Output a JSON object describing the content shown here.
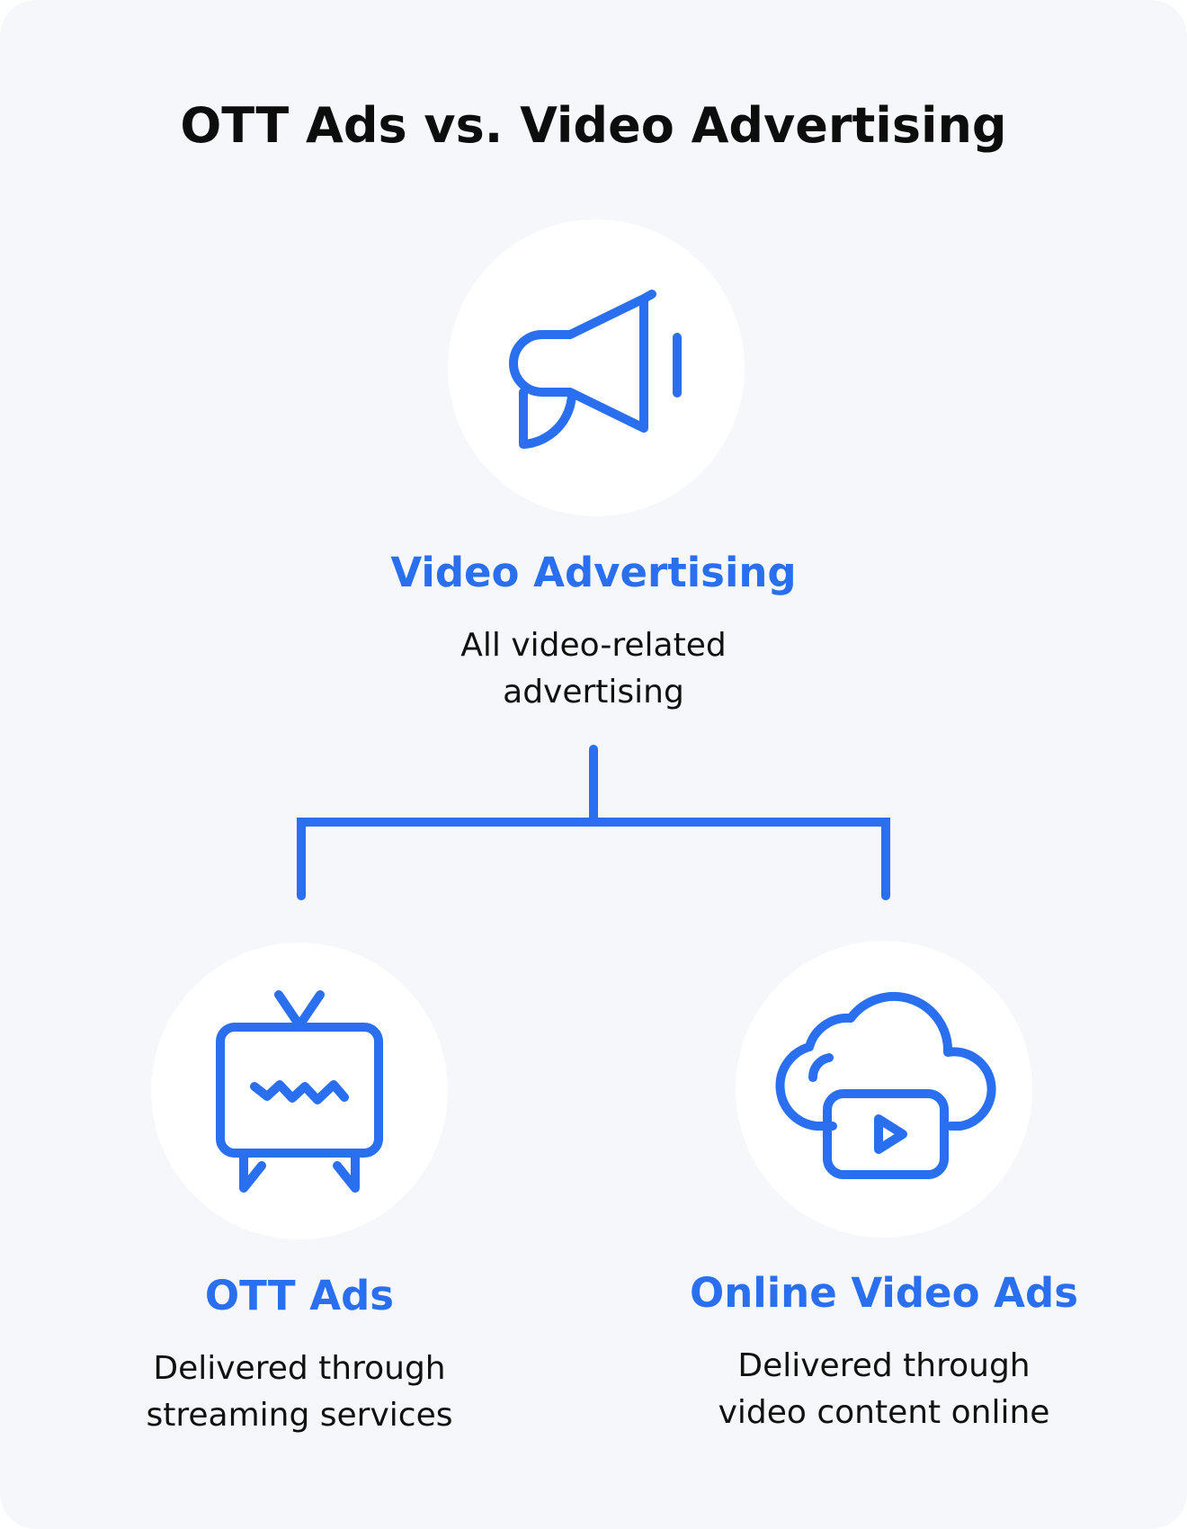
{
  "title": "OTT Ads vs. Video Advertising",
  "colors": {
    "accent": "#2a6ff0",
    "background": "#f5f7fb",
    "circle": "#ffffff",
    "text": "#111111"
  },
  "nodes": {
    "root": {
      "icon": "megaphone-icon",
      "label": "Video Advertising",
      "description": "All video-related\nadvertising"
    },
    "left": {
      "icon": "tv-icon",
      "label": "OTT Ads",
      "description": "Delivered through\nstreaming services"
    },
    "right": {
      "icon": "cloud-video-icon",
      "label": "Online Video Ads",
      "description": "Delivered through\nvideo content online"
    }
  }
}
